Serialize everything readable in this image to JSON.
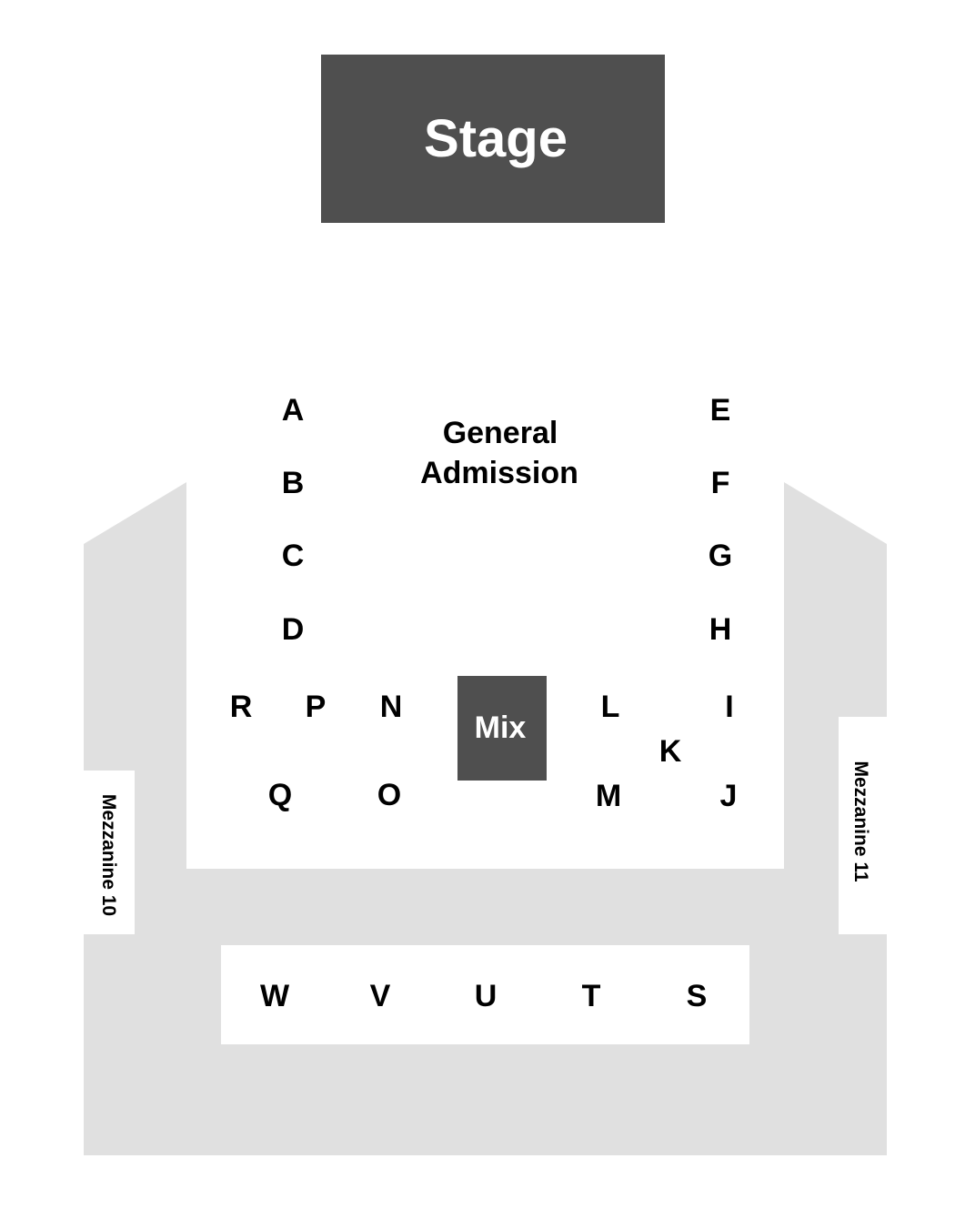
{
  "colors": {
    "background": "#ffffff",
    "floor": "#e0e0e0",
    "stage_fill": "#4f4f4f",
    "stage_text": "#ffffff",
    "label_text": "#000000"
  },
  "stage": {
    "label": "Stage"
  },
  "mix": {
    "label": "Mix"
  },
  "general_admission": {
    "line1": "General",
    "line2": "Admission"
  },
  "sections": {
    "A": "A",
    "B": "B",
    "C": "C",
    "D": "D",
    "E": "E",
    "F": "F",
    "G": "G",
    "H": "H",
    "I": "I",
    "J": "J",
    "K": "K",
    "L": "L",
    "M": "M",
    "N": "N",
    "O": "O",
    "P": "P",
    "Q": "Q",
    "R": "R",
    "S": "S",
    "T": "T",
    "U": "U",
    "V": "V",
    "W": "W"
  },
  "mezzanines": {
    "left": "Mezzanine 10",
    "right": "Mezzanine 11"
  }
}
